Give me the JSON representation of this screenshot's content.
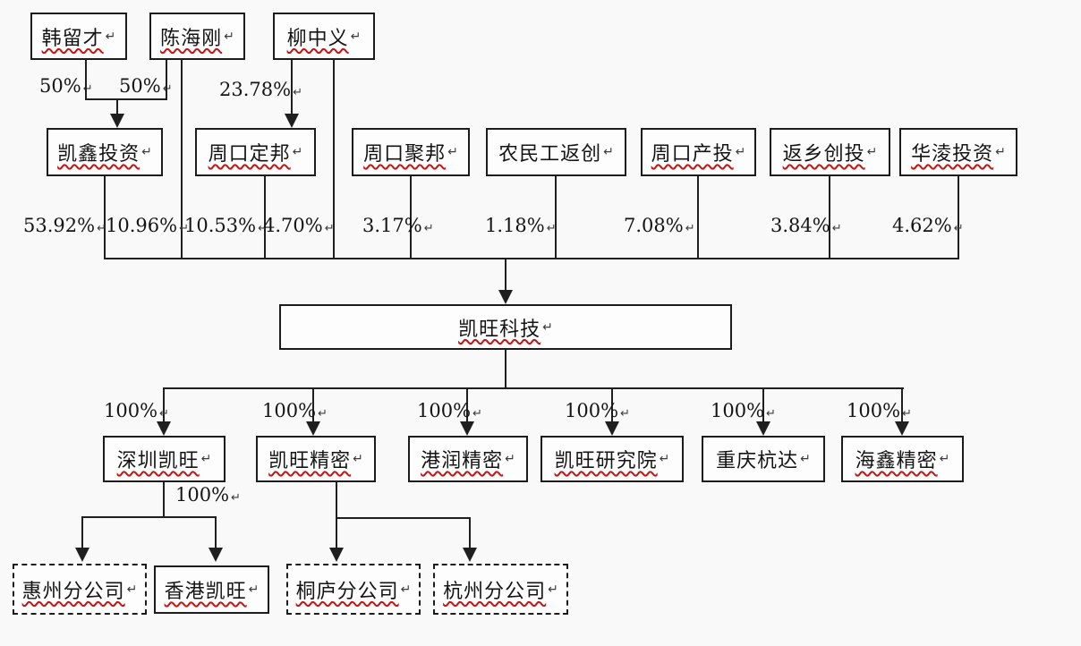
{
  "meta": {
    "return_mark": "↵",
    "line_color": "#1f1f1f",
    "box_border_color": "#1c1c1c",
    "spellcheck_underline_color": "#c41414",
    "background_color": "#faf9fa"
  },
  "nodes": {
    "han": {
      "label": "韩留才"
    },
    "chen": {
      "label": "陈海刚"
    },
    "liu": {
      "label": "柳中义"
    },
    "kaixin": {
      "label": "凯鑫投资"
    },
    "zkdb": {
      "label": "周口定邦"
    },
    "zkjb": {
      "label": "周口聚邦"
    },
    "nmg": {
      "label": "农民工返创"
    },
    "zkct": {
      "label": "周口产投"
    },
    "fxct": {
      "label": "返乡创投"
    },
    "hl": {
      "label": "华淩投资"
    },
    "core": {
      "label": "凯旺科技"
    },
    "sz": {
      "label": "深圳凯旺"
    },
    "jm": {
      "label": "凯旺精密"
    },
    "gr": {
      "label": "港润精密"
    },
    "yjy": {
      "label": "凯旺研究院"
    },
    "cq": {
      "label": "重庆杭达"
    },
    "hx": {
      "label": "海鑫精密"
    },
    "hz": {
      "label": "惠州分公司",
      "dashed": true
    },
    "hk": {
      "label": "香港凯旺"
    },
    "tl": {
      "label": "桐庐分公司",
      "dashed": true
    },
    "hzf": {
      "label": "杭州分公司",
      "dashed": true
    }
  },
  "percents": {
    "p50": "50%",
    "p2378": "23.78%",
    "p5392": "53.92%",
    "p1096": "10.96%",
    "p1053": "10.53%",
    "p470": "4.70%",
    "p317": "3.17%",
    "p118": "1.18%",
    "p708": "7.08%",
    "p384": "3.84%",
    "p462": "4.62%",
    "p100": "100%"
  },
  "edges": [
    {
      "from": "韩留才",
      "to": "凯鑫投资",
      "percent": "50%"
    },
    {
      "from": "陈海刚",
      "to": "凯鑫投资",
      "percent": "50%"
    },
    {
      "from": "柳中义",
      "to": "周口定邦",
      "percent": "23.78%"
    },
    {
      "from": "凯鑫投资",
      "to": "凯旺科技",
      "percent": "53.92%"
    },
    {
      "from": "陈海刚",
      "to": "凯旺科技",
      "percent": "10.96%"
    },
    {
      "from": "周口定邦",
      "to": "凯旺科技",
      "percent": "10.53%"
    },
    {
      "from": "柳中义",
      "to": "凯旺科技",
      "percent": "4.70%"
    },
    {
      "from": "周口聚邦",
      "to": "凯旺科技",
      "percent": "3.17%"
    },
    {
      "from": "农民工返创",
      "to": "凯旺科技",
      "percent": "1.18%"
    },
    {
      "from": "周口产投",
      "to": "凯旺科技",
      "percent": "7.08%"
    },
    {
      "from": "返乡创投",
      "to": "凯旺科技",
      "percent": "3.84%"
    },
    {
      "from": "华淩投资",
      "to": "凯旺科技",
      "percent": "4.62%"
    },
    {
      "from": "凯旺科技",
      "to": "深圳凯旺",
      "percent": "100%"
    },
    {
      "from": "凯旺科技",
      "to": "凯旺精密",
      "percent": "100%"
    },
    {
      "from": "凯旺科技",
      "to": "港润精密",
      "percent": "100%"
    },
    {
      "from": "凯旺科技",
      "to": "凯旺研究院",
      "percent": "100%"
    },
    {
      "from": "凯旺科技",
      "to": "重庆杭达",
      "percent": "100%"
    },
    {
      "from": "凯旺科技",
      "to": "海鑫精密",
      "percent": "100%"
    },
    {
      "from": "深圳凯旺",
      "to": "惠州分公司",
      "percent": "100%"
    },
    {
      "from": "深圳凯旺",
      "to": "香港凯旺",
      "percent": "100%"
    },
    {
      "from": "凯旺精密",
      "to": "桐庐分公司"
    },
    {
      "from": "凯旺精密",
      "to": "杭州分公司"
    }
  ]
}
